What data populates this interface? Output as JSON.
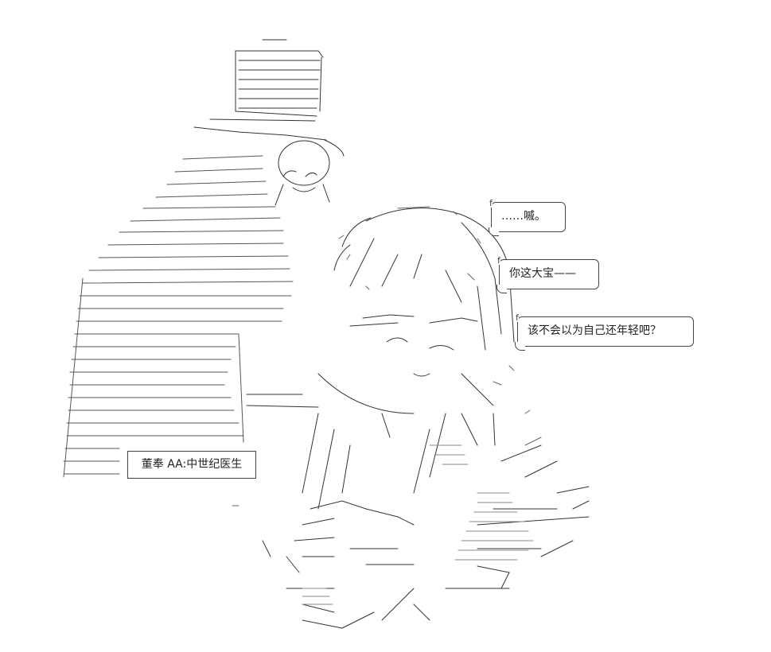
{
  "bubbles": {
    "line1": "……嘁。",
    "line2": "你这大宝——",
    "line3": "该不会以为自己还年轻吧？"
  },
  "caption": {
    "text": "董奉 AA:中世纪医生"
  }
}
